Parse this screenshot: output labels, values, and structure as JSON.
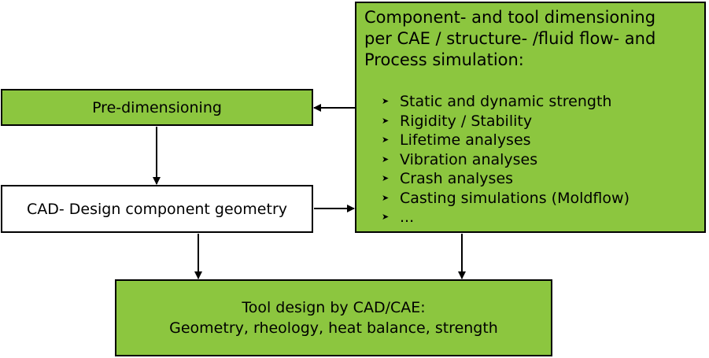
{
  "cae_box": {
    "title_lines": [
      "Component- and tool dimensioning",
      "per CAE / structure- /fluid flow- and",
      "Process simulation:"
    ],
    "items": [
      "Static and dynamic strength",
      "Rigidity / Stability",
      "Lifetime analyses",
      "Vibration analyses",
      "Crash analyses",
      "Casting simulations (Moldflow)",
      "..."
    ],
    "bullet": "➤"
  },
  "predim_box": {
    "label": "Pre-dimensioning"
  },
  "cad_box": {
    "label": "CAD- Design component geometry"
  },
  "tool_box": {
    "line1": "Tool design by CAD/CAE:",
    "line2": "Geometry, rheology, heat balance, strength"
  },
  "colors": {
    "box_green": "#8cc63f",
    "border": "#000000"
  }
}
